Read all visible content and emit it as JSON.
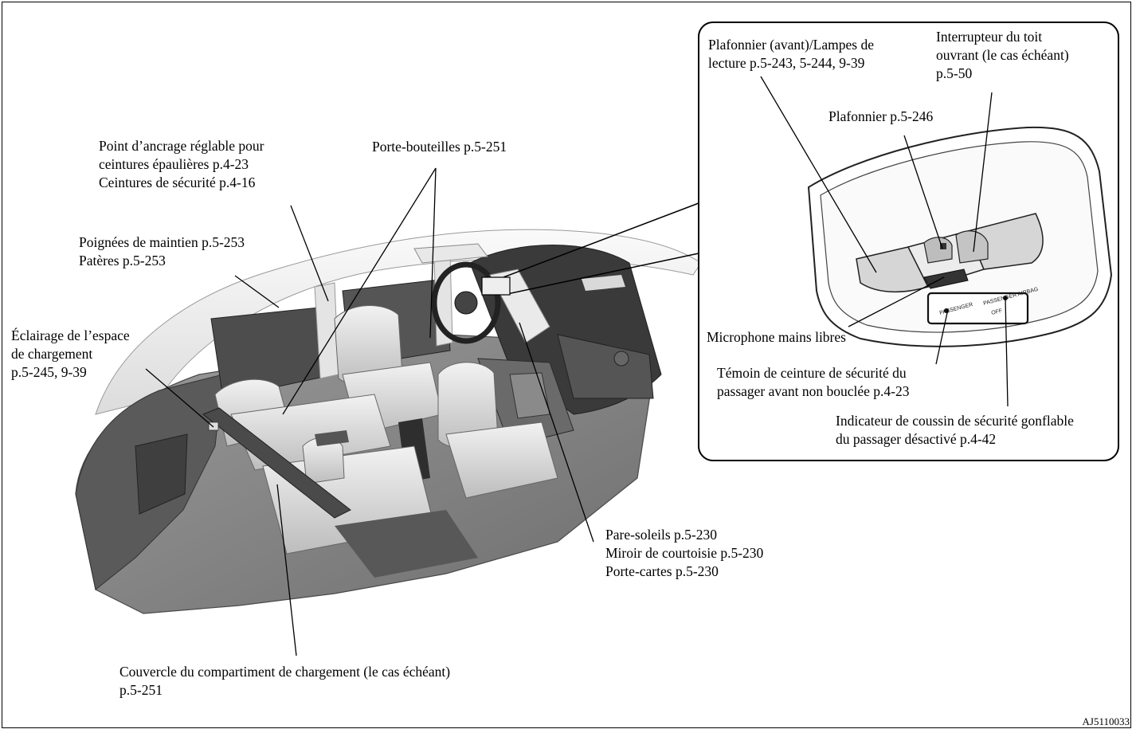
{
  "document": {
    "reference_code": "AJ5110033",
    "interior_labels": {
      "anchor": [
        "Point d’ancrage réglable pour",
        "ceintures épaulières p.4-23",
        "Ceintures de sécurité p.4-16"
      ],
      "grips": [
        "Poignées de maintien p.5-253",
        "Patères p.5-253"
      ],
      "cargo_light": [
        "Éclairage de l’espace",
        "de chargement",
        "p.5-245, 9-39"
      ],
      "bottles": [
        "Porte-bouteilles p.5-251"
      ],
      "sunvisor": [
        "Pare-soleils p.5-230",
        "Miroir de courtoisie p.5-230",
        "Porte-cartes p.5-230"
      ],
      "cover": [
        "Couvercle du compartiment de chargement (le cas échéant)",
        "p.5-251"
      ]
    },
    "console_labels": {
      "lamps": [
        "Plafonnier (avant)/Lampes de",
        "lecture p.5-243, 5-244, 9-39"
      ],
      "sunroof": [
        "Interrupteur du toit",
        "ouvrant (le cas échéant)",
        "p.5-50"
      ],
      "room_lamp": [
        "Plafonnier p.5-246"
      ],
      "microphone": [
        "Microphone mains libres"
      ],
      "seatbelt_warning": [
        "Témoin de ceinture de sécurité du",
        "passager avant non bouclée p.4-23"
      ],
      "airbag_indicator": [
        "Indicateur de coussin de sécurité gonflable",
        "du passager désactivé p.4-42"
      ]
    },
    "console_badge": {
      "passenger": "PASSENGER",
      "airbag_line1": "PASSENGER  AIRBAG",
      "airbag_line2": "OFF"
    }
  }
}
